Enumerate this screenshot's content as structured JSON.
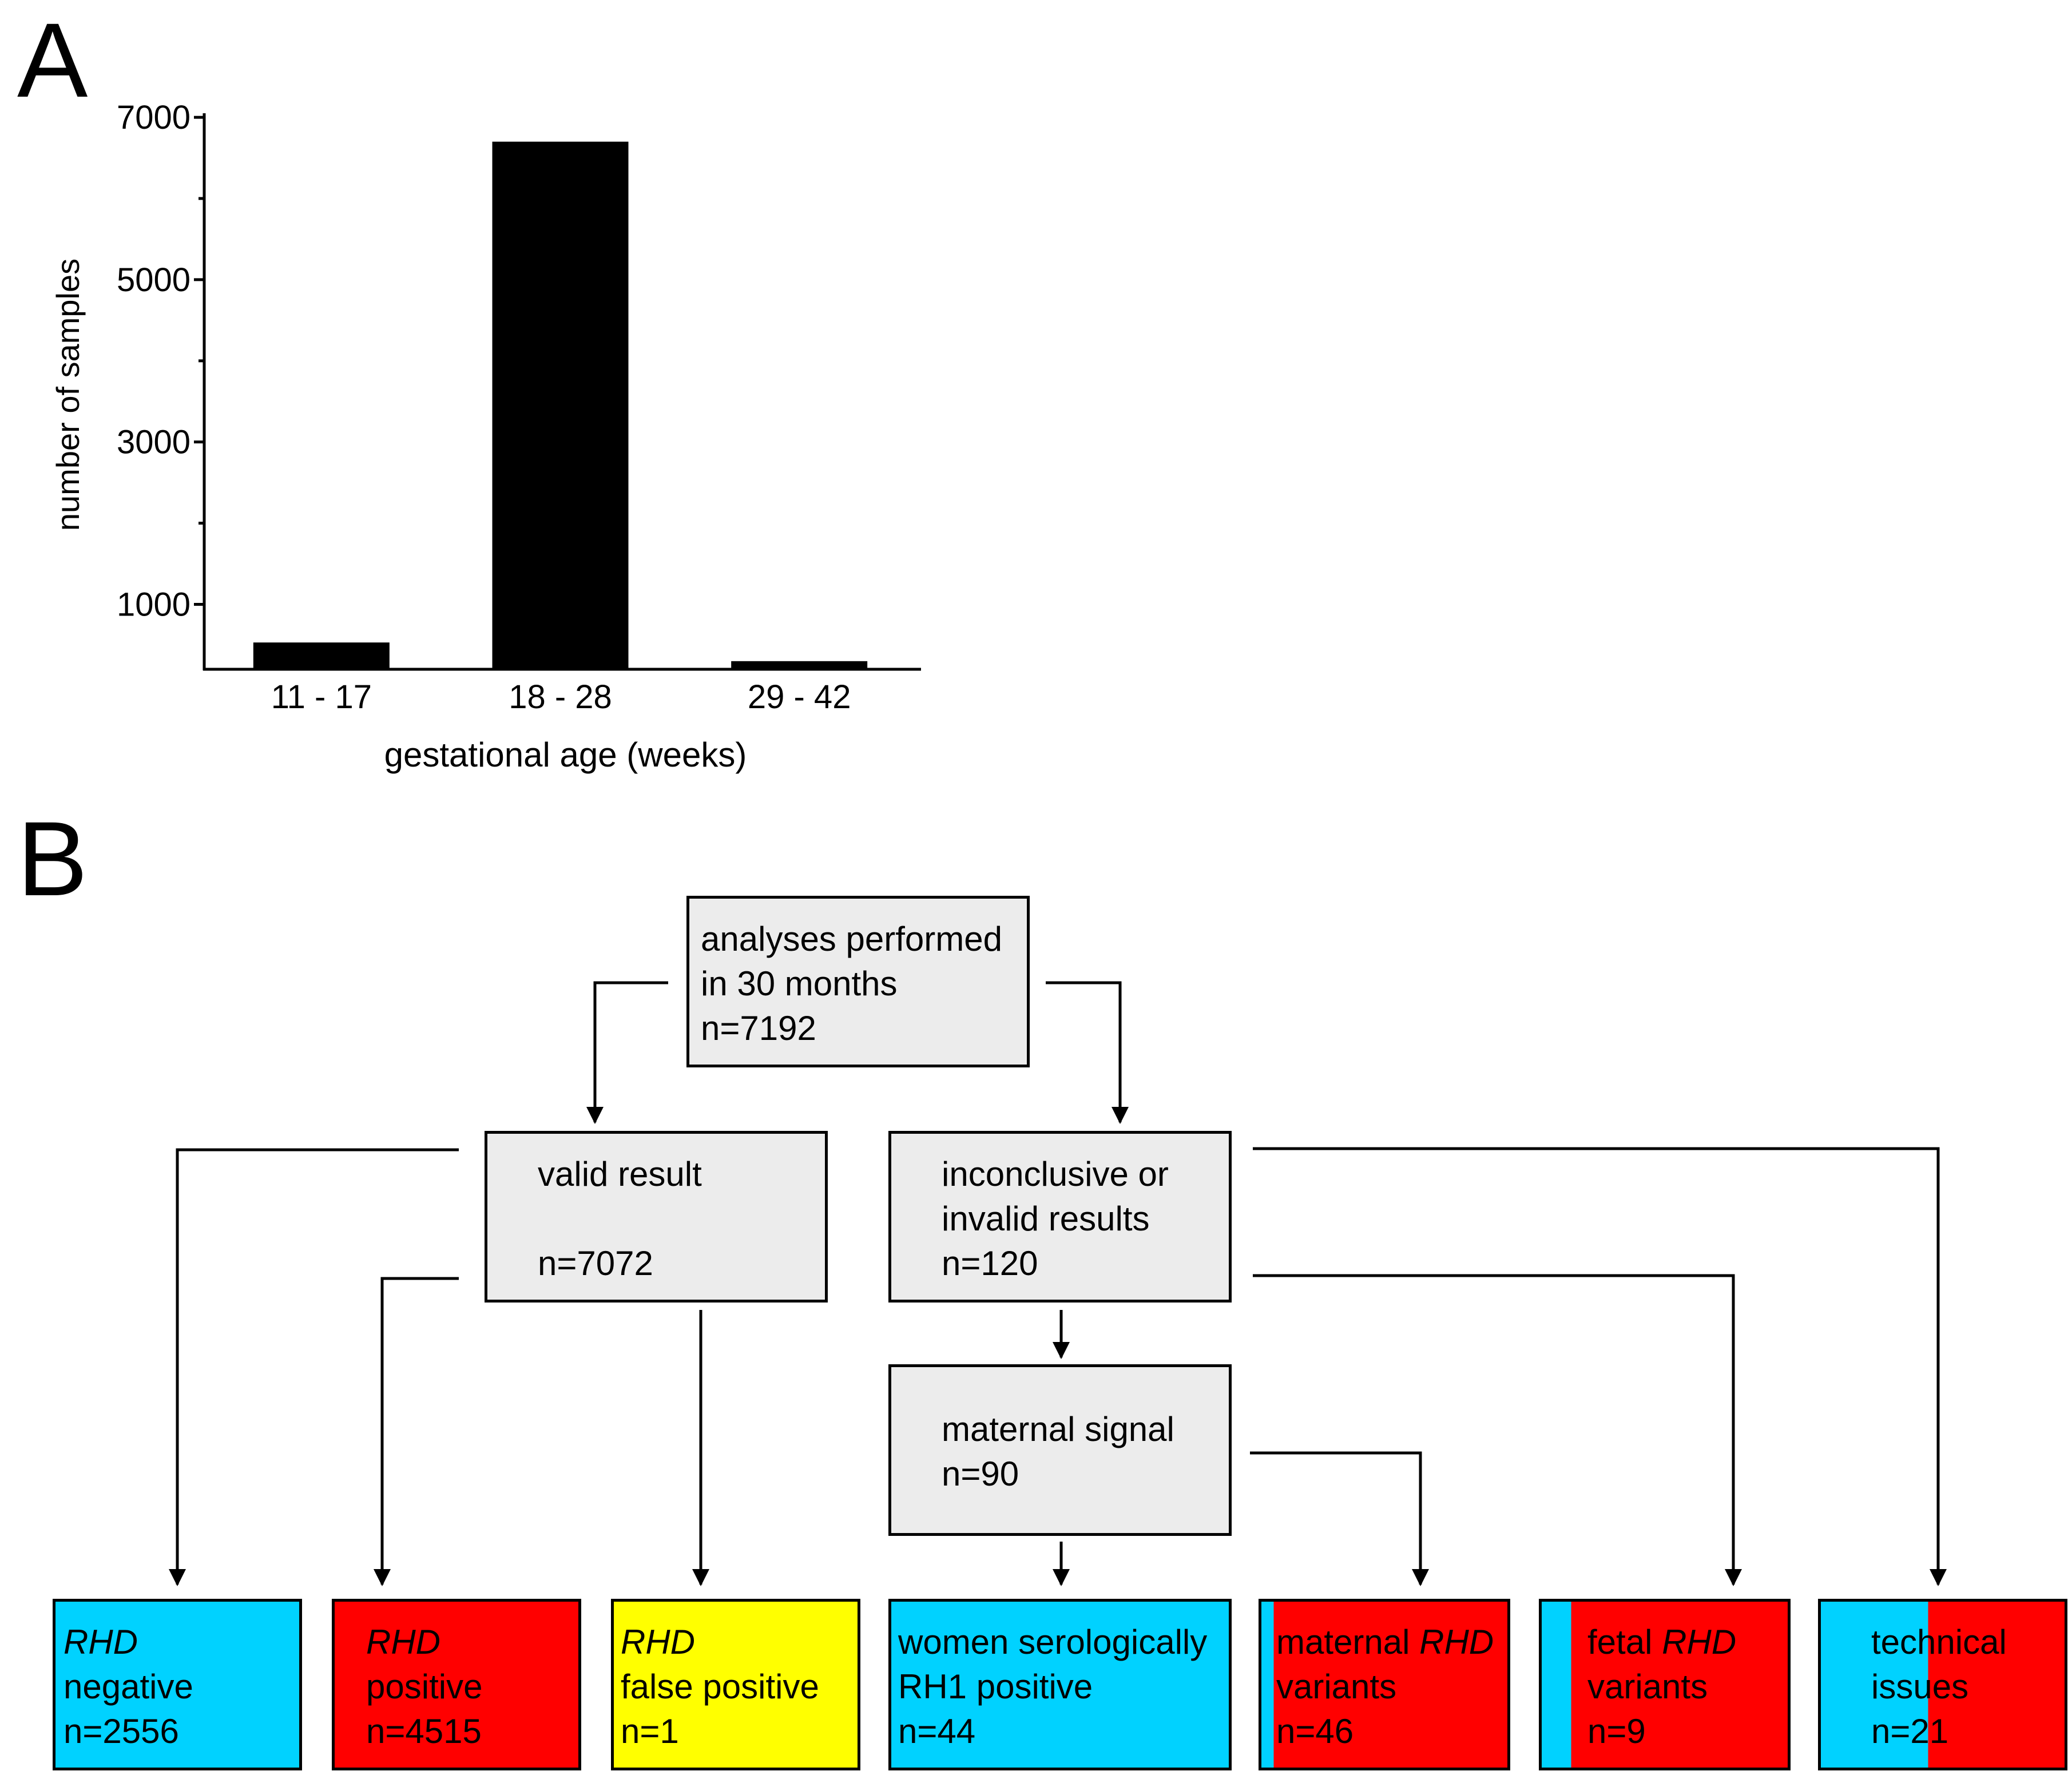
{
  "panels": {
    "a": "A",
    "b": "B"
  },
  "chart_data": {
    "type": "bar",
    "categories": [
      "11 - 17",
      "18 - 28",
      "29 - 42"
    ],
    "values": [
      530,
      6700,
      300
    ],
    "xlabel": "gestational age (weeks)",
    "ylabel": "number of samples",
    "ylim": [
      200,
      7050
    ],
    "yticks_major": [
      1000,
      3000,
      5000,
      7000
    ],
    "yticks_minor": [
      2000,
      4000,
      6000
    ],
    "bar_color": "#000000"
  },
  "flow": {
    "top": {
      "line1": "analyses performed",
      "line2": "in 30 months",
      "line3": "n=7192"
    },
    "valid": {
      "line1": "valid result",
      "line3": "n=7072"
    },
    "inconclusive": {
      "line1": "inconclusive or",
      "line2": "invalid results",
      "line3": "n=120"
    },
    "maternal_signal": {
      "line1": "maternal signal",
      "line2": "n=90"
    },
    "outcomes": {
      "rhd_negative": {
        "gene": "RHD",
        "text": "negative",
        "n": "n=2556",
        "color": "#00d2ff"
      },
      "rhd_positive": {
        "gene": "RHD",
        "text": "positive",
        "n": "n=4515",
        "color": "#ff0000"
      },
      "false_positive": {
        "gene": "RHD",
        "text": "false positive",
        "n": "n=1",
        "color": "#ffff00"
      },
      "serological": {
        "line1": "women serologically",
        "line2": "RH1 positive",
        "n": "n=44",
        "color": "#00d2ff"
      },
      "maternal_variants": {
        "prefix": "maternal ",
        "gene": "RHD",
        "text": "variants",
        "n": "n=46",
        "color_left": "#00d2ff",
        "color_right": "#ff0000"
      },
      "fetal_variants": {
        "prefix": "fetal ",
        "gene": "RHD",
        "text": "variants",
        "n": "n=9",
        "color_left": "#00d2ff",
        "color_right": "#ff0000"
      },
      "technical": {
        "line1": "technical",
        "line2": "issues",
        "n": "n=21",
        "color_left": "#00d2ff",
        "color_right": "#ff0000"
      }
    }
  }
}
